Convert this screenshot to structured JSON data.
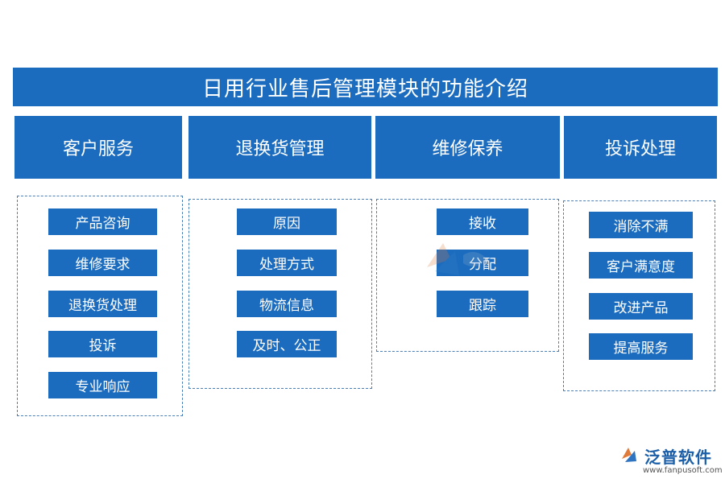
{
  "title": "日用行业售后管理模块的功能介绍",
  "columns": [
    {
      "header": "客户服务",
      "items": [
        "产品咨询",
        "维修要求",
        "退换货处理",
        "投诉",
        "专业响应"
      ]
    },
    {
      "header": "退换货管理",
      "items": [
        "原因",
        "处理方式",
        "物流信息",
        "及时、公正"
      ]
    },
    {
      "header": "维修保养",
      "items": [
        "接收",
        "分配",
        "跟踪"
      ]
    },
    {
      "header": "投诉处理",
      "items": [
        "消除不满",
        "客户满意度",
        "改进产品",
        "提高服务"
      ]
    }
  ],
  "logo": {
    "name": "泛普软件",
    "url": "www.fanpusoft.com"
  },
  "colors": {
    "primary": "#1b6cbf",
    "border": "#4a7fb5"
  }
}
